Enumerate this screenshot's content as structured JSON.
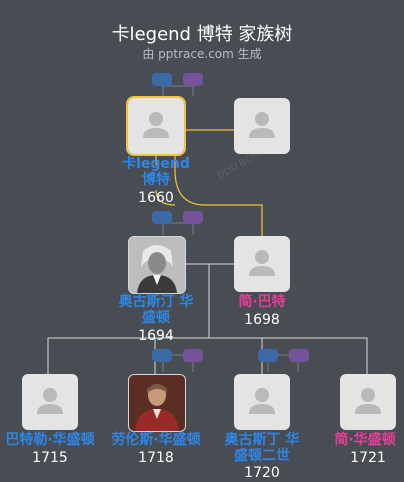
{
  "header": {
    "title": "卡legend 博特 家族树",
    "subtitle": "由 pptrace.com 生成",
    "watermark": "pptrace.com"
  },
  "colors": {
    "background": "#484d54",
    "male_name": "#2e86e6",
    "female_name": "#e83e9a",
    "selected_border": "#f0c43a",
    "male_pill": "#3b6aa6",
    "female_pill": "#75539a"
  },
  "people": {
    "p1": {
      "name": "卡legend 博特",
      "year": "1660",
      "gender": "male",
      "selected": true
    },
    "p2": {
      "gender": "unknown"
    },
    "p3": {
      "name": "奥古斯汀 华盛顿",
      "year": "1694",
      "gender": "male",
      "photo": "portrait"
    },
    "p4": {
      "name": "简·巴特",
      "year": "1698",
      "gender": "female"
    },
    "c1": {
      "name": "巴特勒·华盛顿",
      "year": "1715",
      "gender": "male"
    },
    "c2": {
      "name": "劳伦斯·华盛顿",
      "year": "1718",
      "gender": "male",
      "photo": "portrait"
    },
    "c3": {
      "name": "奥古斯丁 华盛顿二世",
      "year": "1720",
      "gender": "male"
    },
    "c4": {
      "name": "简·华盛顿",
      "year": "1721",
      "gender": "female"
    }
  }
}
